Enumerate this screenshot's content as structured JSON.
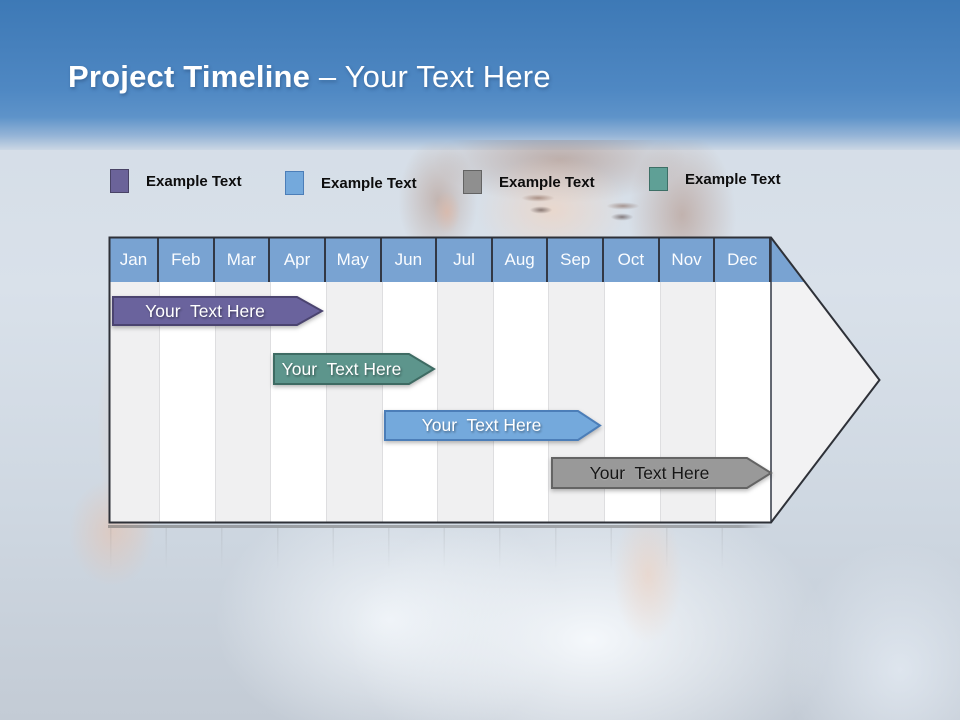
{
  "title": {
    "bold": "Project Timeline",
    "rest": " – Your Text Here"
  },
  "legend": {
    "items": [
      {
        "label": "Example Text",
        "color": "#6B6399",
        "border": "#494366"
      },
      {
        "label": "Example Text",
        "color": "#74A9DC",
        "border": "#4C7EB8"
      },
      {
        "label": "Example Text",
        "color": "#8F8F8F",
        "border": "#636363"
      },
      {
        "label": "Example Text",
        "color": "#5FA096",
        "border": "#3D6F66"
      }
    ]
  },
  "chart_data": {
    "type": "bar",
    "subtype": "gantt-timeline-arrow",
    "title": "Project Timeline – Your Text Here",
    "categories": [
      "Jan",
      "Feb",
      "Mar",
      "Apr",
      "May",
      "Jun",
      "Jul",
      "Aug",
      "Sep",
      "Oct",
      "Nov",
      "Dec"
    ],
    "header_color": "#79A3D2",
    "column_stripe_colors": [
      "#F0F0F1",
      "#FFFFFF"
    ],
    "outline_color": "#2E3138",
    "arrow_tip_fill": "#F2F2F3",
    "legend_position": "top",
    "series": [
      {
        "row": 1,
        "label": "Your  Text Here",
        "start_month": "Jan",
        "end_month": "Apr",
        "start_index": 0,
        "end_index": 3.9,
        "color": "#6A639D",
        "border_color": "#4B4470",
        "text_color": "#FFFFFF"
      },
      {
        "row": 2,
        "label": "Your  Text Here",
        "start_month": "Apr",
        "end_month": "Jun",
        "start_index": 3,
        "end_index": 5.9,
        "color": "#5D958C",
        "border_color": "#3E6B63",
        "text_color": "#FFFFFF"
      },
      {
        "row": 3,
        "label": "Your  Text Here",
        "start_month": "Jun",
        "end_month": "Sep",
        "start_index": 5,
        "end_index": 8.9,
        "color": "#74A9DC",
        "border_color": "#4C7EB8",
        "text_color": "#FFFFFF"
      },
      {
        "row": 4,
        "label": "Your  Text Here",
        "start_month": "Sep",
        "end_month": "Dec",
        "start_index": 8,
        "end_index": 11.9,
        "color": "#999999",
        "border_color": "#646464",
        "text_color": "#161616"
      }
    ]
  }
}
